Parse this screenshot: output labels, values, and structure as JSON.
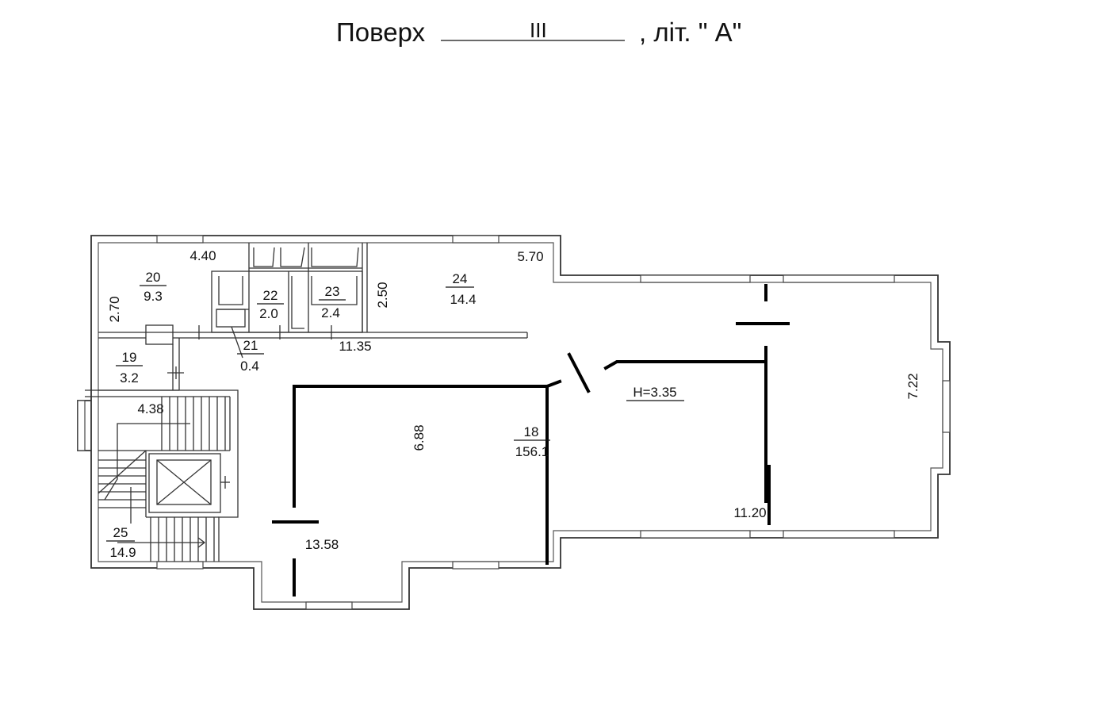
{
  "header": {
    "prefix": "Поверх",
    "floor": "III",
    "suffix": ", літ. \" А\""
  },
  "rooms": [
    {
      "number": "20",
      "area": "9.3"
    },
    {
      "number": "22",
      "area": "2.0"
    },
    {
      "number": "23",
      "area": "2.4"
    },
    {
      "number": "24",
      "area": "14.4"
    },
    {
      "number": "19",
      "area": "3.2"
    },
    {
      "number": "21",
      "area": "0.4"
    },
    {
      "number": "18",
      "area": "156.1"
    },
    {
      "number": "25",
      "area": "14.9"
    }
  ],
  "dimensions": {
    "d_4_40": "4.40",
    "d_5_70": "5.70",
    "d_2_70": "2.70",
    "d_2_50": "2.50",
    "d_11_35": "11.35",
    "d_4_38": "4.38",
    "d_6_88": "6.88",
    "d_7_22": "7.22",
    "d_11_20": "11.20",
    "d_13_58": "13.58"
  },
  "ceiling_height": "Н=3.35"
}
